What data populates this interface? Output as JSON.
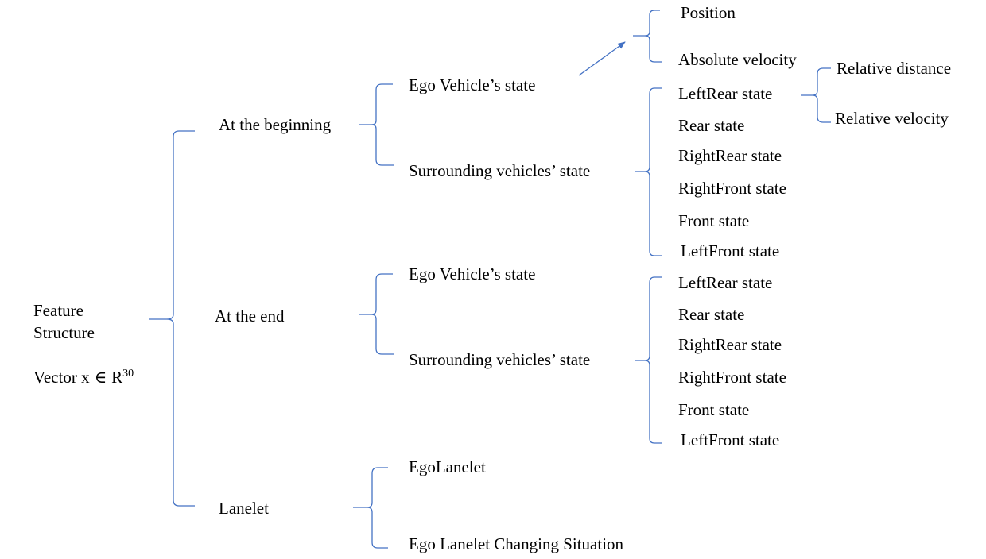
{
  "colors": {
    "connector": "#4472c4",
    "text": "#000000"
  },
  "root": {
    "title_line1": "Feature",
    "title_line2": "Structure",
    "vector_prefix": "Vector ",
    "vector_symbol": "x",
    "vector_in": "∈",
    "vector_space": "R",
    "vector_exp": "30"
  },
  "level1": {
    "beginning": "At the beginning",
    "end": "At the end",
    "lanelet": "Lanelet"
  },
  "beginning": {
    "ego": "Ego Vehicle’s state",
    "surrounding": "Surrounding vehicles’ state"
  },
  "end": {
    "ego": "Ego Vehicle’s state",
    "surrounding": "Surrounding vehicles’ state"
  },
  "lanelet": {
    "ego_lanelet": "EgoLanelet",
    "changing": "Ego Lanelet Changing Situation"
  },
  "ego_state": {
    "position": "Position",
    "absolute_velocity": "Absolute velocity"
  },
  "surrounding_items": [
    "LeftRear state",
    "Rear state",
    "RightRear state",
    "RightFront state",
    "Front state",
    "LeftFront state"
  ],
  "relative": {
    "distance": "Relative distance",
    "velocity": "Relative velocity"
  }
}
